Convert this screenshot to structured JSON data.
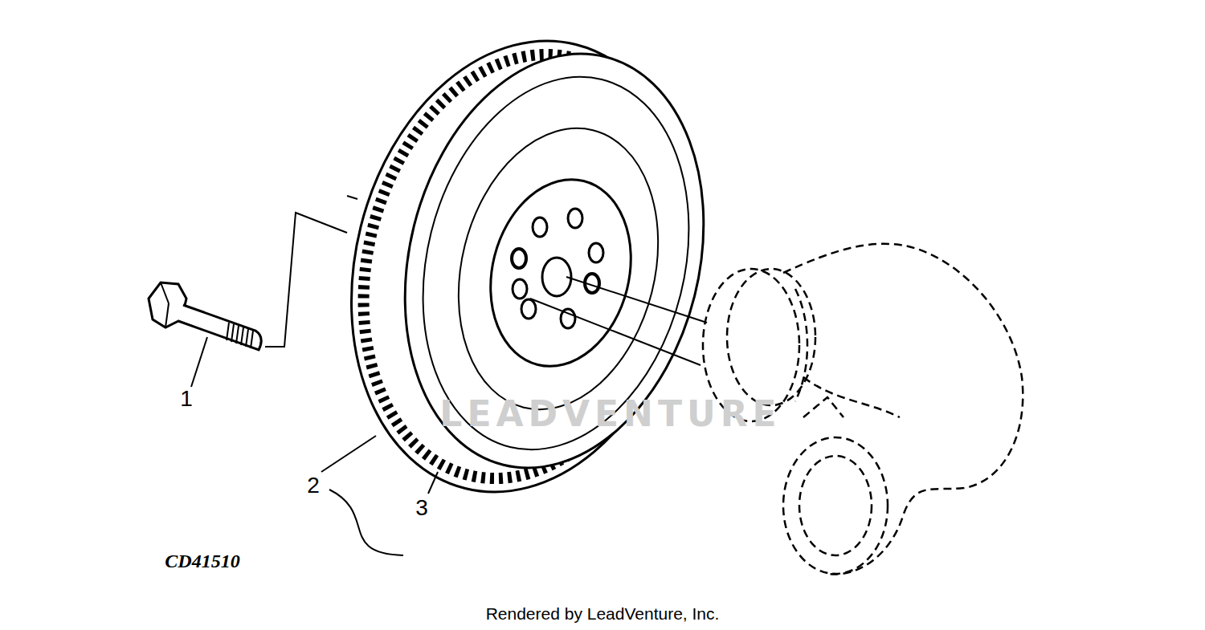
{
  "diagram": {
    "labels": [
      "1",
      "2",
      "3",
      "CD41510",
      "Rendered by LeadVenture, Inc.",
      "LEADVENTURE"
    ]
  }
}
